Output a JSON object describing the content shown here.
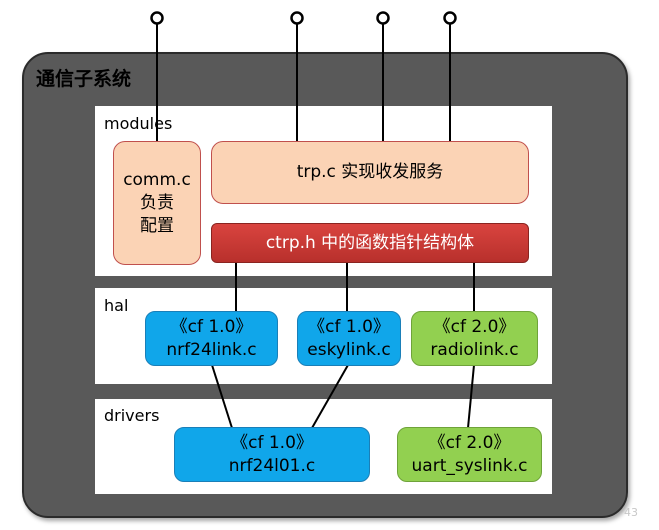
{
  "subsystem_title": "通信子系统",
  "layers": {
    "modules": "modules",
    "hal": "hal",
    "drivers": "drivers"
  },
  "modules": {
    "comm": [
      "comm.c",
      "负责",
      "配置"
    ],
    "trp": "trp.c 实现收发服务",
    "ctrp": "ctrp.h 中的函数指针结构体"
  },
  "hal": {
    "nrf24link": [
      "《cf 1.0》",
      "nrf24link.c"
    ],
    "eskylink": [
      "《cf 1.0》",
      "eskylink.c"
    ],
    "radiolink": [
      "《cf 2.0》",
      "radiolink.c"
    ]
  },
  "drivers": {
    "nrf24l01": [
      "《cf 1.0》",
      "nrf24l01.c"
    ],
    "uart_syslink": [
      "《cf 2.0》",
      "uart_syslink.c"
    ]
  },
  "page_number": "43",
  "colors": {
    "subsystem_bg": "#595959",
    "module_box": "#fbd3b5",
    "struct_box": "#c9403b",
    "cf1_box": "#10a6ea",
    "cf2_box": "#92d050"
  }
}
